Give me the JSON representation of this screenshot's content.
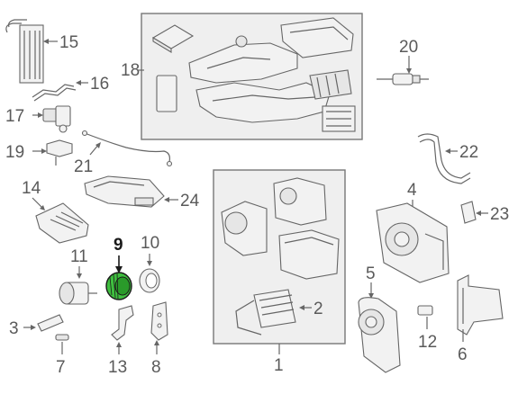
{
  "diagram": {
    "callouts": {
      "c1": "1",
      "c2": "2",
      "c3": "3",
      "c4": "4",
      "c5": "5",
      "c6": "6",
      "c7": "7",
      "c8": "8",
      "c9": "9",
      "c10": "10",
      "c11": "11",
      "c12": "12",
      "c13": "13",
      "c14": "14",
      "c15": "15",
      "c16": "16",
      "c17": "17",
      "c18": "18",
      "c19": "19",
      "c20": "20",
      "c21": "21",
      "c22": "22",
      "c23": "23",
      "c24": "24"
    },
    "highlighted_part": "9",
    "colors": {
      "highlight": "#3fbf3f",
      "line": "#666666",
      "box_fill": "#efefef"
    }
  }
}
